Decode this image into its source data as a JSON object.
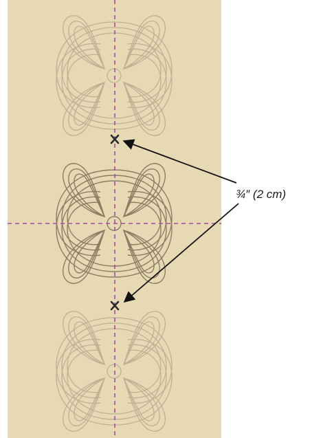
{
  "callout": {
    "label": "¾″ (2 cm)"
  },
  "colors": {
    "fabric": "#e7d9b3",
    "guide_line": "#a24aa6",
    "stitch_dark": "#8a7d64",
    "stitch_light": "#b9ad92",
    "marker": "#2a2a2a",
    "arrow": "#111111"
  },
  "markers": {
    "symbol": "x",
    "count": 2
  },
  "motifs": {
    "count": 3,
    "style": "quilting-scroll-motif"
  }
}
